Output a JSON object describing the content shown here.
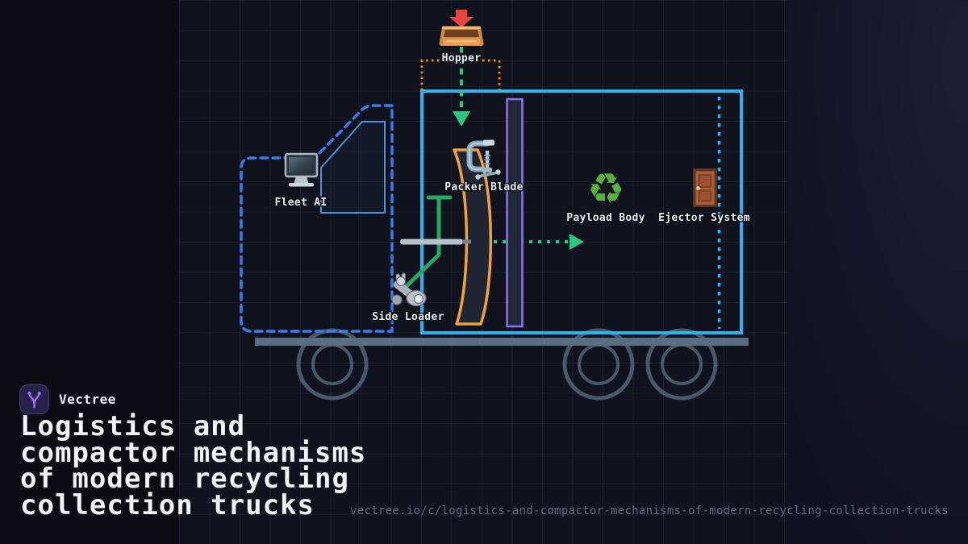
{
  "brand": {
    "name": "Vectree"
  },
  "title": "Logistics and\ncompactor mechanisms\nof modern recycling\ncollection trucks",
  "url": "vectree.io/c/logistics-and-compactor-mechanisms-of-modern-recycling-collection-trucks",
  "diagram": {
    "nodes": [
      {
        "label": "Hopper",
        "icon": "inbox-tray-icon"
      },
      {
        "label": "Fleet AI",
        "icon": "desktop-computer-icon"
      },
      {
        "label": "Packer Blade",
        "icon": "clamp-icon"
      },
      {
        "label": "Side Loader",
        "icon": "mechanical-arm-icon"
      },
      {
        "label": "Payload Body",
        "icon": "recycling-icon"
      },
      {
        "label": "Ejector System",
        "icon": "door-icon"
      }
    ],
    "recycle_glyph": "♻"
  },
  "colors": {
    "truck-outline": "#2cb3f2",
    "cab-outline": "#3b7bf0",
    "windshield-blue": "#4f93d8",
    "blade-orange": "#f2a23c",
    "hopper-zone-orange": "#e8920c",
    "flow-green": "#2bc77e",
    "arm-green": "#27a862",
    "guide-purple": "#8d74f2",
    "chassis-gray": "#5b6e7f",
    "wheel-gray": "#47596a",
    "brand-purple": "#a56bfa",
    "recycle-green": "#58b33c",
    "title-white": "#f2f3f6",
    "url-gray": "#656b7d"
  }
}
